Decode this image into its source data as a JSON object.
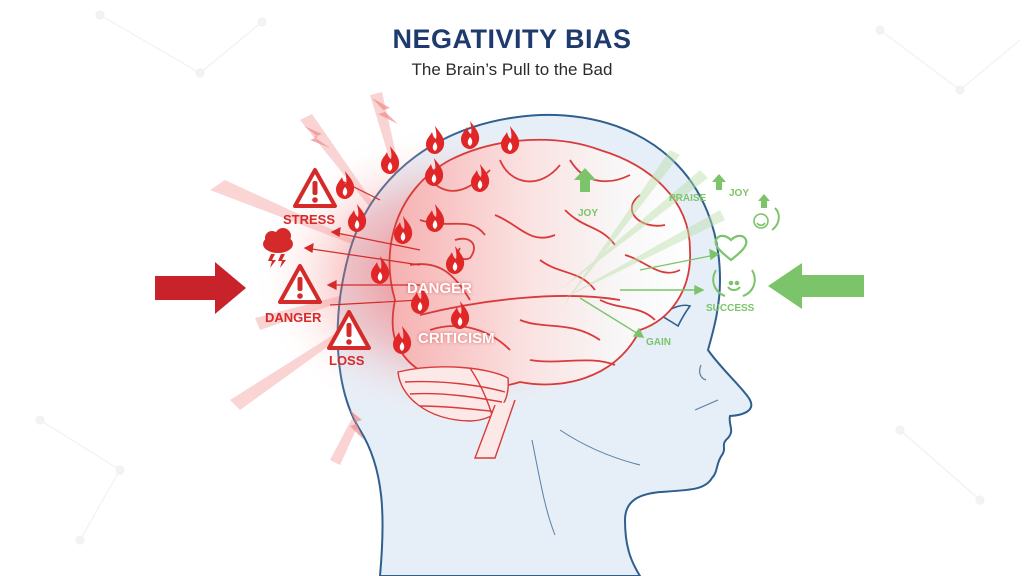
{
  "header": {
    "title": "NEGATIVITY BIAS",
    "subtitle": "The Brain’s Pull to the Bad"
  },
  "negative_side": {
    "color": "#d52a2a",
    "arrow_direction": "right",
    "labels": [
      {
        "text": "STRESS",
        "icon": "warning-triangle-icon"
      },
      {
        "text": "DANGER",
        "icon": "warning-triangle-icon"
      },
      {
        "text": "LOSS",
        "icon": "warning-triangle-icon"
      }
    ],
    "extra_icons": [
      "storm-cloud-icon",
      "flame-icon",
      "lightning-bolt-icon"
    ]
  },
  "brain_labels": {
    "inner_1": "DANGER",
    "inner_2": "CRITICISM"
  },
  "positive_side": {
    "color": "#7cc46a",
    "arrow_direction": "left",
    "labels": [
      {
        "text": "JOY",
        "icon": "up-arrow-icon"
      },
      {
        "text": "PRAISE",
        "icon": null
      },
      {
        "text": "JOY",
        "icon": "up-arrow-icon"
      },
      {
        "text": "SUCCESS",
        "icon": "laurel-smiley-icon"
      },
      {
        "text": "GAIN",
        "icon": null
      }
    ],
    "extra_icons": [
      "heart-icon",
      "smiley-icon",
      "laurel-icon"
    ]
  },
  "colors": {
    "title": "#1f3a6e",
    "head_fill": "#e6eef7",
    "head_outline": "#2f5f8f",
    "brain_outline": "#d93a3a",
    "negative": "#d52a2a",
    "positive": "#7cc46a"
  }
}
